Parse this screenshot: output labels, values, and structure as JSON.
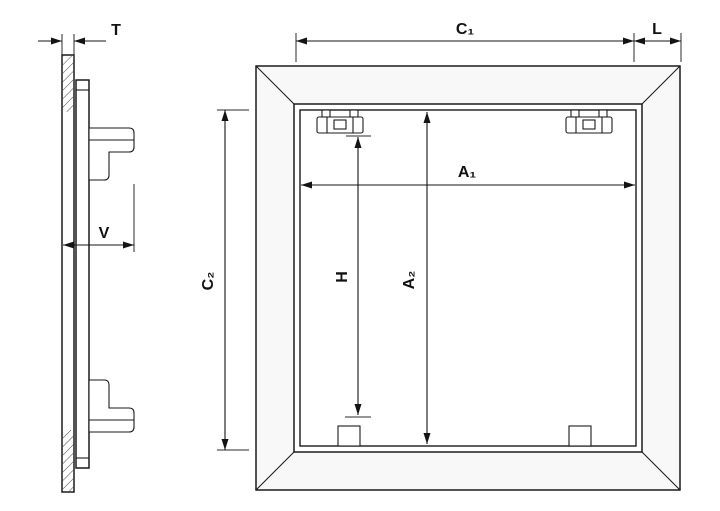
{
  "figure": {
    "labels": {
      "t": "T",
      "v": "V",
      "c1": "C₁",
      "l": "L",
      "a1": "A₁",
      "c2": "C₂",
      "h": "H",
      "a2": "A₂"
    },
    "colors": {
      "line": "#1b1b1b",
      "frame_fill": "#f8f8f8",
      "background": "#ffffff"
    }
  }
}
